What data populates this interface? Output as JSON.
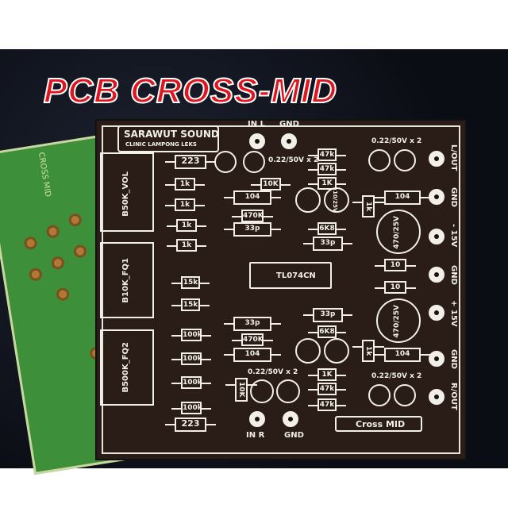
{
  "title": "PCB CROSS-MID",
  "green_board": {
    "label": "CROSS MID"
  },
  "board": {
    "brand": "SARAWUT SOUND",
    "sub": "CLINIC LAMPONG LEKS",
    "footer": "Cross MID",
    "ic": "TL074CN",
    "pots": [
      "B50K_VOL",
      "B10K_FQ1",
      "B500K_FQ2"
    ],
    "left_resistors": [
      "1k",
      "1k",
      "1k",
      "1k",
      "15k",
      "15k",
      "100k",
      "100k",
      "100k",
      "100k"
    ],
    "ceramic": [
      "223",
      "223"
    ],
    "mid_top": [
      "10K",
      "104",
      "470K",
      "33p"
    ],
    "mid_bottom": [
      "33p",
      "470K",
      "104",
      "10K"
    ],
    "right_top": [
      "47k",
      "47k",
      "1K",
      "6K8",
      "33p"
    ],
    "right_bottom": [
      "33p",
      "6K8",
      "1K",
      "47k",
      "47k"
    ],
    "cap_label": "0.22/50V x 2",
    "small_caps": "10/25V",
    "big_caps": "470/25V",
    "right_104": "104",
    "r10": "10",
    "vert_res": "1k",
    "inputs": [
      "IN L",
      "GND",
      "IN R",
      "GND"
    ],
    "terminals": [
      "L/OUT",
      "GND",
      "- 15V",
      "GND",
      "+ 15V",
      "GND",
      "R/OUT"
    ]
  },
  "colors": {
    "pcb": "#2a1d18",
    "silk": "#f2efe9",
    "title": "#e0141c",
    "green": "#3d8f3a"
  }
}
